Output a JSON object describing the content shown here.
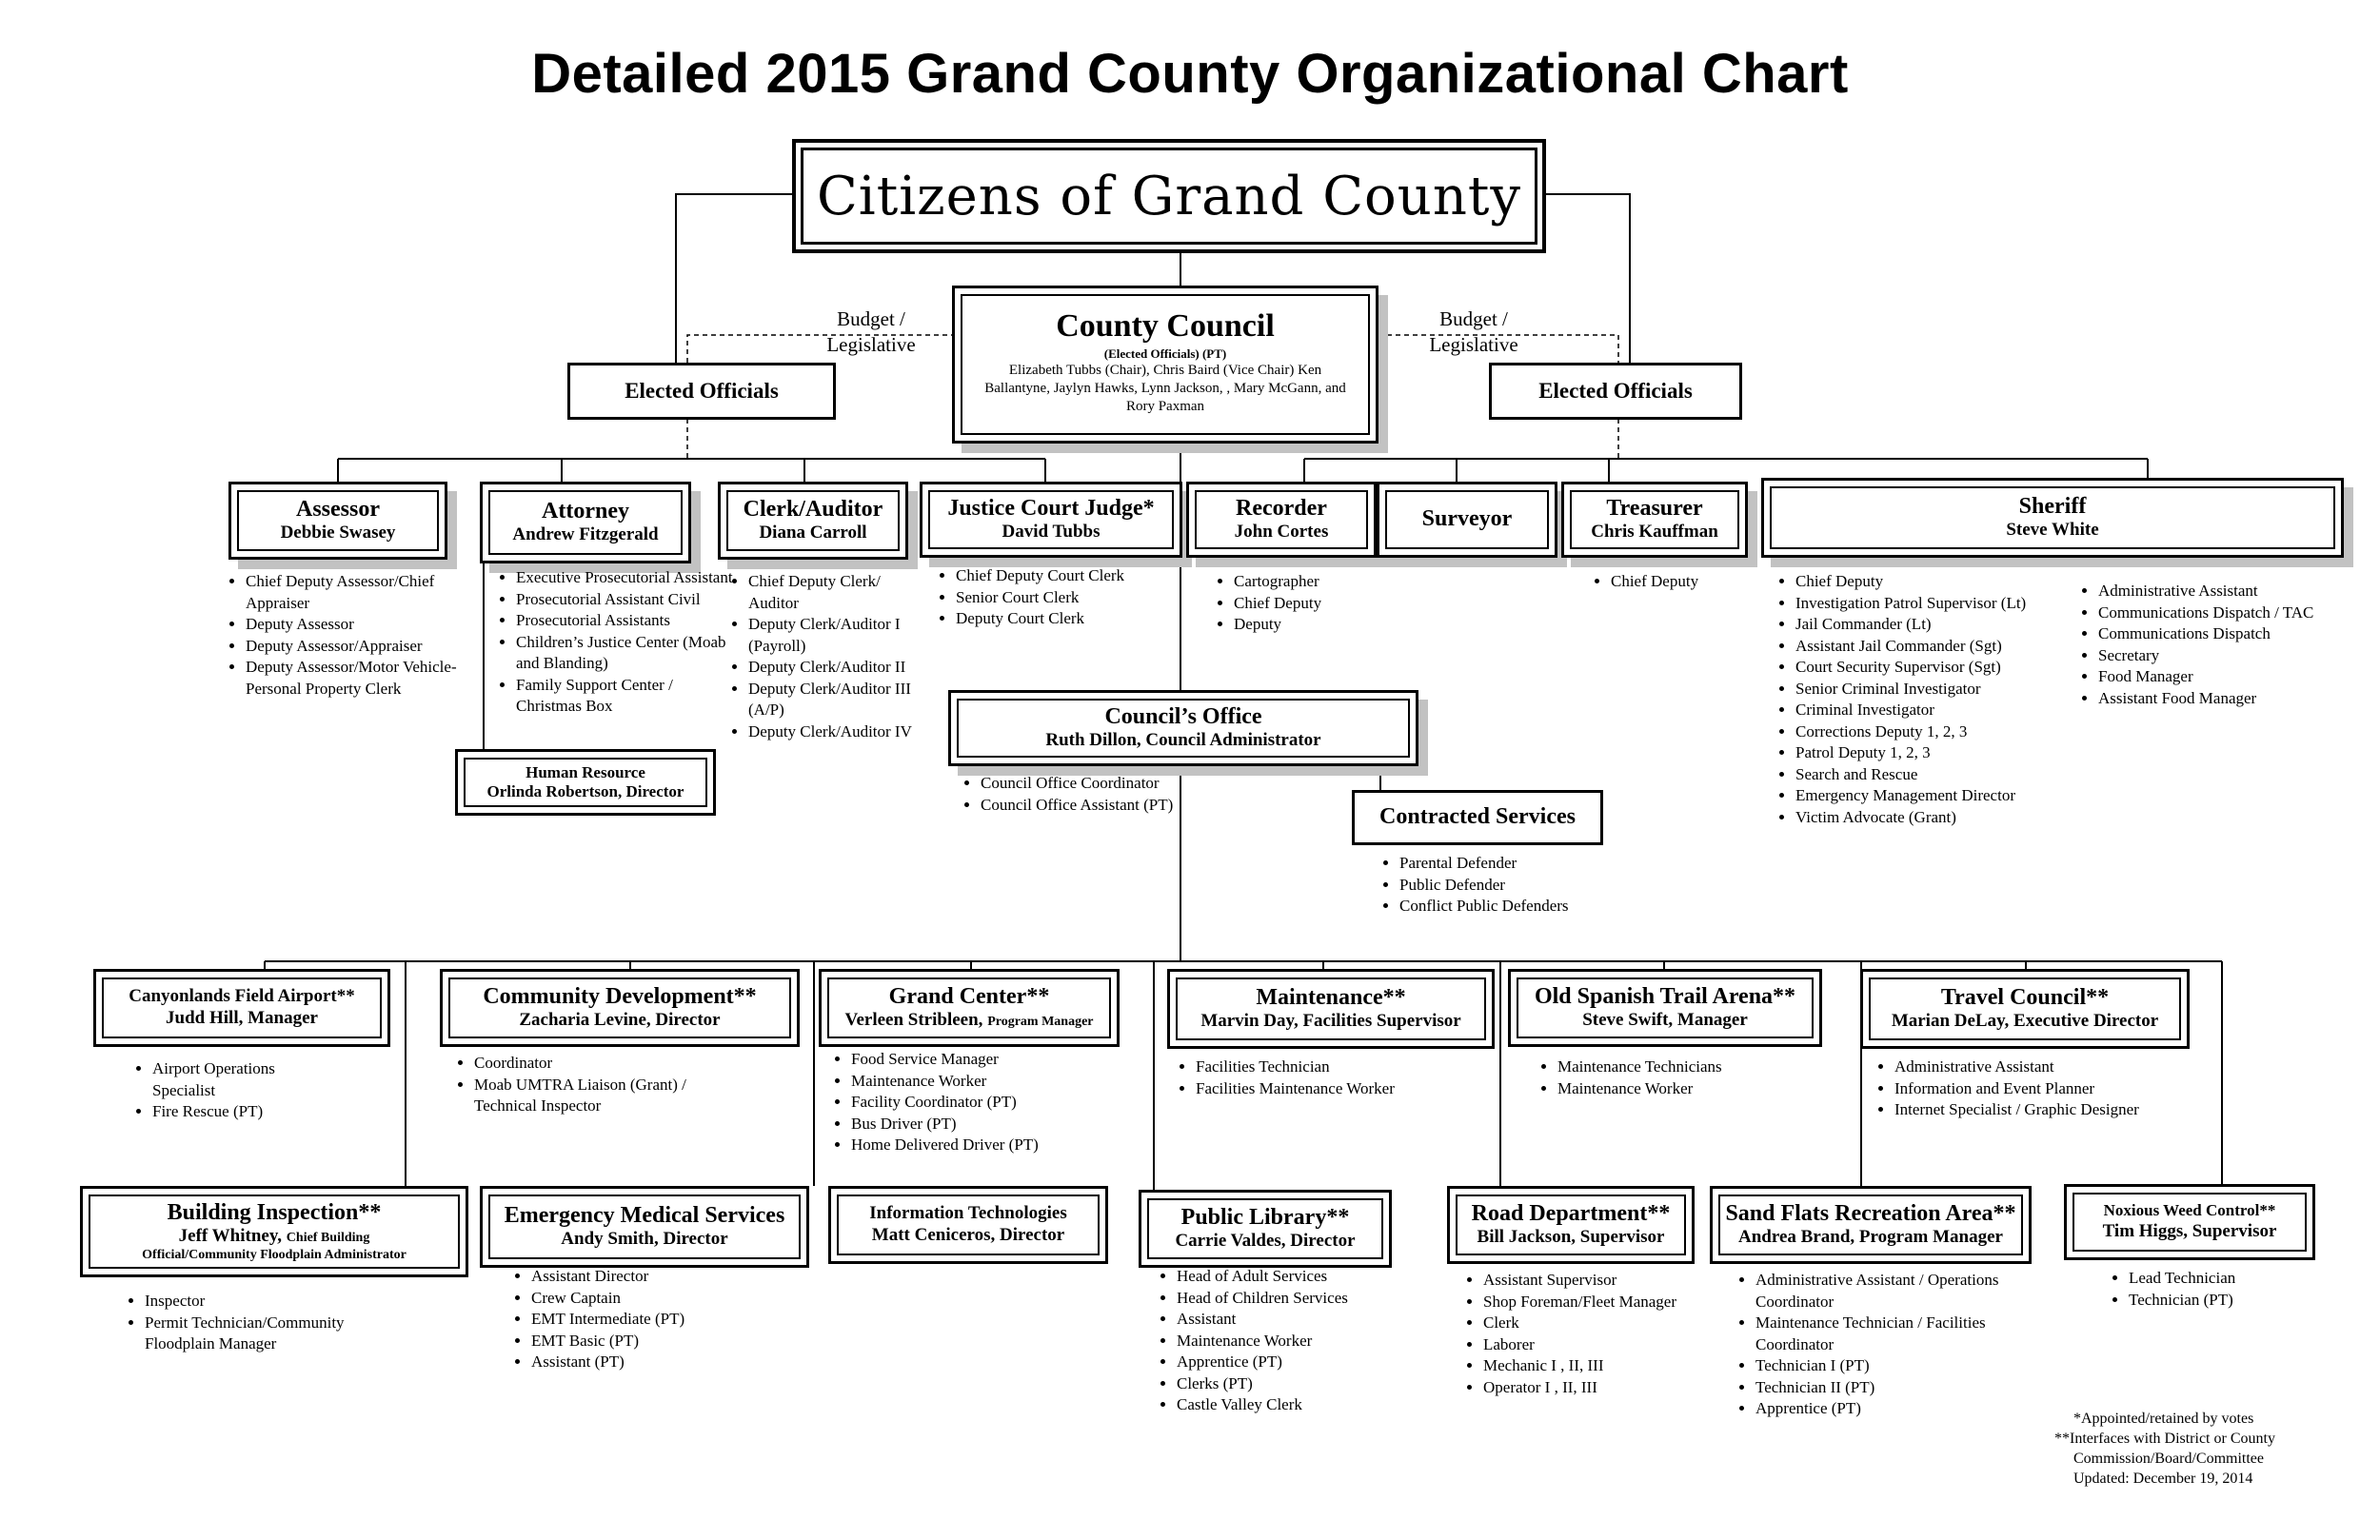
{
  "title": "Detailed 2015 Grand County Organizational Chart",
  "citizens": "Citizens of Grand County",
  "budget_label": [
    "Budget /",
    "Legislative"
  ],
  "council": {
    "title": "County Council",
    "subtitle": "(Elected Officials) (PT)",
    "members": "Elizabeth Tubbs (Chair), Chris Baird (Vice Chair) Ken Ballantyne, Jaylyn Hawks, Lynn Jackson, , Mary McGann, and Rory Paxman"
  },
  "elected_officials_label": "Elected Officials",
  "row1": [
    {
      "title": "Assessor",
      "name": "Debbie Swasey",
      "items": [
        "Chief Deputy Assessor/Chief Appraiser",
        "Deputy Assessor",
        "Deputy Assessor/Appraiser",
        "Deputy Assessor/Motor Vehicle-Personal Property Clerk"
      ]
    },
    {
      "title": "Attorney",
      "name": "Andrew Fitzgerald",
      "items": [
        "Executive Prosecutorial Assistant",
        "Prosecutorial Assistant Civil",
        "Prosecutorial Assistants",
        "Children’s Justice Center (Moab and Blanding)",
        "Family Support Center / Christmas Box"
      ]
    },
    {
      "title": "Clerk/Auditor",
      "name": "Diana Carroll",
      "items": [
        "Chief Deputy Clerk/ Auditor",
        "Deputy Clerk/Auditor I (Payroll)",
        "Deputy Clerk/Auditor II",
        "Deputy Clerk/Auditor III (A/P)",
        "Deputy Clerk/Auditor IV"
      ]
    },
    {
      "title": "Justice Court Judge*",
      "name": "David Tubbs",
      "items": [
        "Chief Deputy Court Clerk",
        "Senior Court Clerk",
        "Deputy Court Clerk"
      ]
    },
    {
      "title": "Recorder",
      "name": "John Cortes",
      "items": [
        "Cartographer",
        "Chief Deputy",
        "Deputy"
      ]
    },
    {
      "title": "Surveyor",
      "name": "",
      "items": []
    },
    {
      "title": "Treasurer",
      "name": "Chris Kauffman",
      "items": [
        "Chief Deputy"
      ]
    },
    {
      "title": "Sheriff",
      "name": "Steve White",
      "items": [
        "Chief Deputy",
        "Investigation Patrol Supervisor (Lt)",
        "Jail Commander (Lt)",
        "Assistant Jail Commander (Sgt)",
        "Court Security Supervisor (Sgt)",
        "Senior Criminal Investigator",
        "Criminal Investigator",
        "Corrections Deputy 1, 2, 3",
        "Patrol Deputy 1, 2, 3",
        "Search and Rescue",
        "Emergency Management Director",
        "Victim Advocate (Grant)"
      ],
      "items2": [
        "Administrative Assistant",
        "Communications Dispatch / TAC",
        "Communications Dispatch",
        "Secretary",
        "Food Manager",
        "Assistant Food Manager"
      ]
    }
  ],
  "human_resource": {
    "title": "Human Resource",
    "name": "Orlinda Robertson, Director"
  },
  "councils_office": {
    "title": "Council’s Office",
    "name": "Ruth Dillon, Council Administrator",
    "items": [
      "Council Office Coordinator",
      "Council Office Assistant (PT)"
    ]
  },
  "contracted": {
    "title": "Contracted Services",
    "items": [
      "Parental Defender",
      "Public Defender",
      "Conflict Public Defenders"
    ]
  },
  "row2": [
    {
      "title": "Canyonlands Field Airport**",
      "name": "Judd Hill, Manager",
      "items": [
        "Airport Operations Specialist",
        "Fire Rescue (PT)"
      ]
    },
    {
      "title": "Community Development**",
      "name": "Zacharia Levine, Director",
      "items": [
        "Coordinator",
        "Moab UMTRA Liaison (Grant) / Technical Inspector"
      ]
    },
    {
      "title": "Grand Center**",
      "name": "Verleen Stribleen,",
      "name_small": "Program Manager",
      "items": [
        "Food Service Manager",
        "Maintenance Worker",
        "Facility Coordinator (PT)",
        "Bus Driver (PT)",
        "Home Delivered Driver (PT)"
      ]
    },
    {
      "title": "Maintenance**",
      "name": "Marvin Day, Facilities Supervisor",
      "items": [
        "Facilities Technician",
        "Facilities Maintenance Worker"
      ]
    },
    {
      "title": "Old Spanish Trail Arena**",
      "name": "Steve Swift, Manager",
      "items": [
        "Maintenance Technicians",
        "Maintenance Worker"
      ]
    },
    {
      "title": "Travel Council**",
      "name": "Marian DeLay, Executive Director",
      "items": [
        "Administrative Assistant",
        "Information and Event Planner",
        "Internet Specialist / Graphic Designer"
      ]
    }
  ],
  "row3": [
    {
      "title": "Building Inspection**",
      "name": "Jeff Whitney,",
      "name_small": "Chief Building",
      "name2": "Official/Community Floodplain Administrator",
      "items": [
        "Inspector",
        "Permit Technician/Community Floodplain Manager"
      ]
    },
    {
      "title": "Emergency Medical Services",
      "name": "Andy Smith, Director",
      "items": [
        "Assistant Director",
        "Crew Captain",
        "EMT Intermediate (PT)",
        "EMT Basic (PT)",
        "Assistant (PT)"
      ]
    },
    {
      "title": "Information Technologies",
      "name": "Matt Ceniceros, Director",
      "items": []
    },
    {
      "title": "Public Library**",
      "name": "Carrie Valdes, Director",
      "items": [
        "Head of Adult Services",
        "Head of Children Services",
        "Assistant",
        "Maintenance Worker",
        "Apprentice (PT)",
        "Clerks (PT)",
        "Castle Valley Clerk"
      ]
    },
    {
      "title": "Road Department**",
      "name": "Bill Jackson, Supervisor",
      "items": [
        "Assistant Supervisor",
        "Shop Foreman/Fleet Manager",
        "Clerk",
        "Laborer",
        "Mechanic I , II, III",
        "Operator I , II, III"
      ]
    },
    {
      "title": "Sand Flats Recreation Area**",
      "name": "Andrea Brand, Program Manager",
      "items": [
        "Administrative Assistant / Operations Coordinator",
        "Maintenance Technician / Facilities Coordinator",
        "Technician I (PT)",
        "Technician II (PT)",
        "Apprentice (PT)"
      ]
    },
    {
      "title": "Noxious Weed Control**",
      "name": "Tim Higgs, Supervisor",
      "items": [
        "Lead Technician",
        "Technician (PT)"
      ]
    }
  ],
  "notes": [
    "*Appointed/retained by votes",
    "**Interfaces with District or County",
    "Commission/Board/Committee",
    "Updated: December 19, 2014"
  ]
}
